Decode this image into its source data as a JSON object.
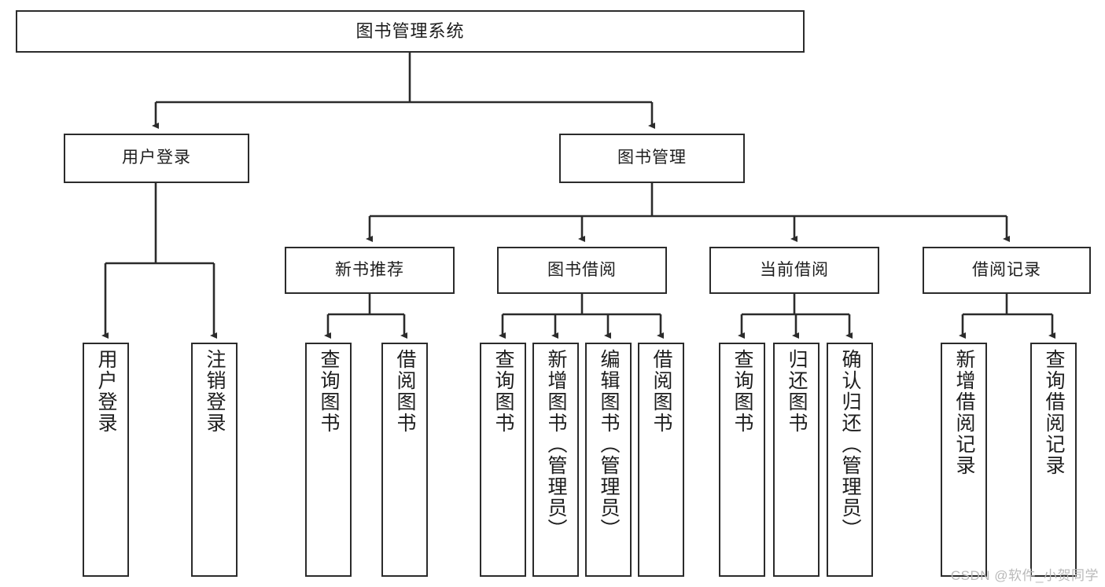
{
  "diagram": {
    "type": "tree",
    "title": "图书管理系统",
    "root": {
      "label": "图书管理系统"
    },
    "level2": [
      {
        "label": "用户登录"
      },
      {
        "label": "图书管理"
      }
    ],
    "level3": [
      {
        "label": "新书推荐"
      },
      {
        "label": "图书借阅"
      },
      {
        "label": "当前借阅"
      },
      {
        "label": "借阅记录"
      }
    ],
    "leaves": {
      "user_login": [
        {
          "label": "用户登录"
        },
        {
          "label": "注销登录"
        }
      ],
      "new_book_recommend": [
        {
          "label": "查询图书"
        },
        {
          "label": "借阅图书"
        }
      ],
      "book_borrow": [
        {
          "label": "查询图书"
        },
        {
          "label": "新增图书（管理员）"
        },
        {
          "label": "编辑图书（管理员）"
        },
        {
          "label": "借阅图书"
        }
      ],
      "current_borrow": [
        {
          "label": "查询图书"
        },
        {
          "label": "归还图书"
        },
        {
          "label": "确认归还（管理员）"
        }
      ],
      "borrow_record": [
        {
          "label": "新增借阅记录"
        },
        {
          "label": "查询借阅记录"
        }
      ]
    }
  },
  "watermark": {
    "text": "CSDN @软件_小贺同学"
  },
  "colors": {
    "stroke": "#2b2b2b",
    "fill": "#ffffff",
    "text": "#1d1d1d",
    "watermark": "#b9b9b9"
  }
}
